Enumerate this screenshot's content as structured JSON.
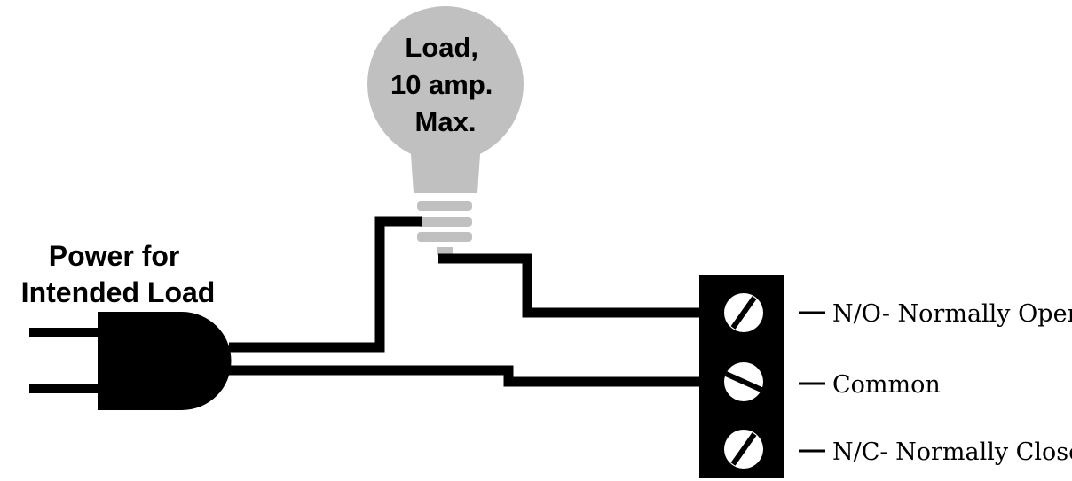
{
  "bulb": {
    "label_lines": [
      "Load,",
      "10 amp.",
      "Max."
    ]
  },
  "plug": {
    "label_lines": [
      "Power for",
      "Intended Load"
    ]
  },
  "terminals": [
    {
      "label": "N/O- Normally Open"
    },
    {
      "label": "Common"
    },
    {
      "label": "N/C- Normally Closed"
    }
  ],
  "colors": {
    "bulb_fill": "#c0c0c0",
    "ink": "#000000",
    "background": "#ffffff"
  }
}
